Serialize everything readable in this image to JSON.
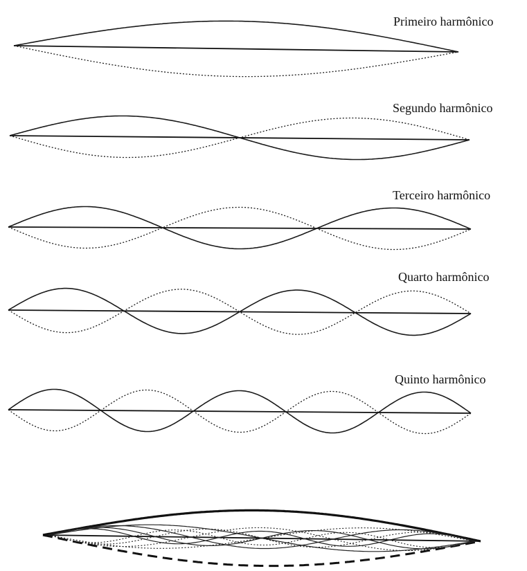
{
  "labels": {
    "h1": "Primeiro harmônico",
    "h2": "Segundo harmônico",
    "h3": "Terceiro harmônico",
    "h4": "Quarto harmônico",
    "h5": "Quinto harmônico"
  },
  "harmonics": [
    {
      "mode": 1,
      "loops": 1
    },
    {
      "mode": 2,
      "loops": 2
    },
    {
      "mode": 3,
      "loops": 3
    },
    {
      "mode": 4,
      "loops": 4
    },
    {
      "mode": 5,
      "loops": 5
    }
  ],
  "superposition": {
    "modes": [
      1,
      2,
      3,
      4,
      5
    ]
  },
  "colors": {
    "ink": "#111111",
    "background": "#ffffff"
  }
}
